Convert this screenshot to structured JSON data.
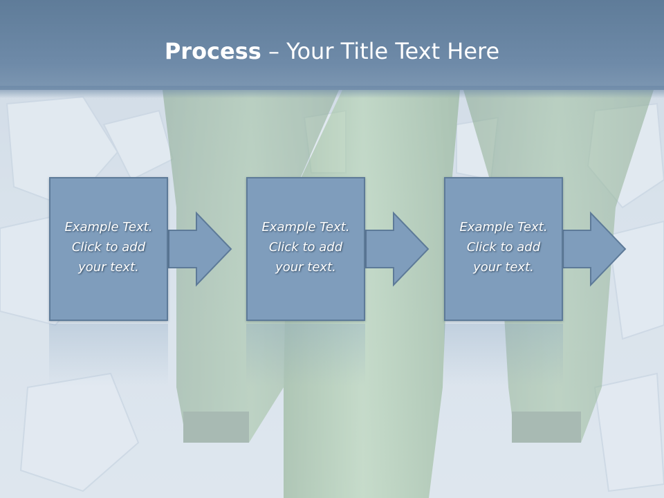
{
  "slide": {
    "title_bold": "Process",
    "title_rest": " – Your Title Text Here",
    "colors": {
      "title_bar": "#6e8aa8",
      "box_fill": "#7f9dbc",
      "box_border": "#5d7a98",
      "bottle_green": "#3f8a3a"
    }
  },
  "steps": [
    {
      "text": "Example Text.\nClick  to add\nyour text."
    },
    {
      "text": "Example Text.\nClick  to add\nyour text."
    },
    {
      "text": "Example Text.\nClick  to add\nyour text."
    }
  ]
}
